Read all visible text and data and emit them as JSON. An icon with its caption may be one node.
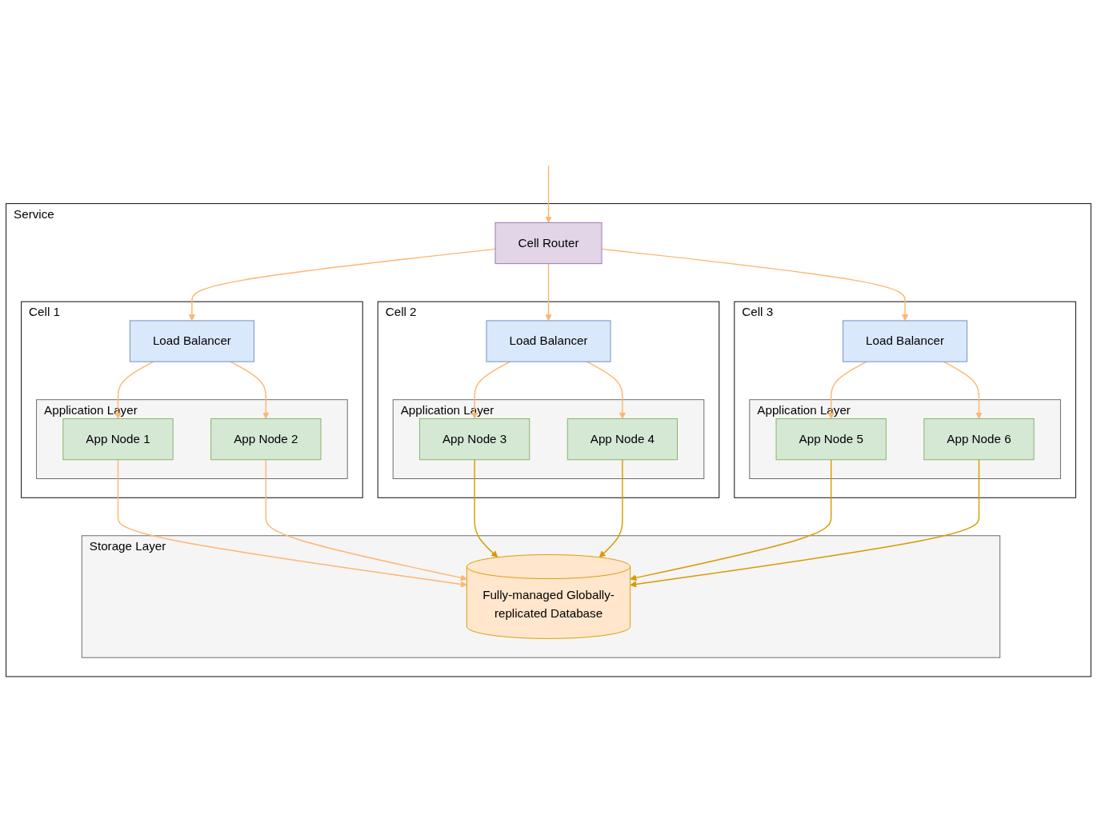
{
  "diagram": {
    "nodes": [
      {
        "text": [
          "Service"
        ]
      },
      {
        "text": [
          "Cell Router"
        ],
        "in": 0
      },
      {
        "text": [
          "Cell 1"
        ],
        "in": 0
      },
      {
        "text": [
          "Load Balancer"
        ],
        "in": 2
      },
      {
        "text": [
          "Application Layer"
        ],
        "in": 2
      },
      {
        "text": [
          "App Node 1"
        ],
        "in": 4
      },
      {
        "text": [
          "App Node 2"
        ],
        "in": 4
      },
      {
        "text": [
          "Cell 2"
        ],
        "in": 0
      },
      {
        "text": [
          "Load Balancer"
        ],
        "in": 7
      },
      {
        "text": [
          "Application Layer"
        ],
        "in": 7
      },
      {
        "text": [
          "App Node 3"
        ],
        "in": 9
      },
      {
        "text": [
          "App Node 4"
        ],
        "in": 9
      },
      {
        "text": [
          "Cell 3"
        ],
        "in": 0
      },
      {
        "text": [
          "Load Balancer"
        ],
        "in": 12
      },
      {
        "text": [
          "Application Layer"
        ],
        "in": 12
      },
      {
        "text": [
          "App Node 5"
        ],
        "in": 14
      },
      {
        "text": [
          "App Node 6"
        ],
        "in": 14
      },
      {
        "text": [
          "Storage Layer"
        ],
        "in": 0
      },
      {
        "text": [
          "Fully-managed Globally-replicated Database"
        ],
        "in": 17
      }
    ],
    "edges": [
      {
        "from": null,
        "to": 1,
        "arrow": "to"
      },
      {
        "from": 1,
        "to": 3,
        "arrow": "to"
      },
      {
        "from": 1,
        "to": 8,
        "arrow": "to"
      },
      {
        "from": 1,
        "to": 13,
        "arrow": "to"
      },
      {
        "from": 3,
        "to": 5,
        "arrow": "to"
      },
      {
        "from": 3,
        "to": 6,
        "arrow": "to"
      },
      {
        "from": 8,
        "to": 10,
        "arrow": "to"
      },
      {
        "from": 8,
        "to": 11,
        "arrow": "to"
      },
      {
        "from": 13,
        "to": 15,
        "arrow": "to"
      },
      {
        "from": 13,
        "to": 16,
        "arrow": "to"
      },
      {
        "from": 5,
        "to": 18,
        "arrow": "to"
      },
      {
        "from": 6,
        "to": 18,
        "arrow": "to"
      },
      {
        "from": 10,
        "to": 18,
        "arrow": "to",
        "color": "#d79b00"
      },
      {
        "from": 11,
        "to": 18,
        "arrow": "to",
        "color": "#d79b00"
      },
      {
        "from": 15,
        "to": 18,
        "arrow": "to",
        "color": "#d79b00"
      },
      {
        "from": 16,
        "to": 18,
        "arrow": "to",
        "color": "#d79b00"
      }
    ]
  }
}
